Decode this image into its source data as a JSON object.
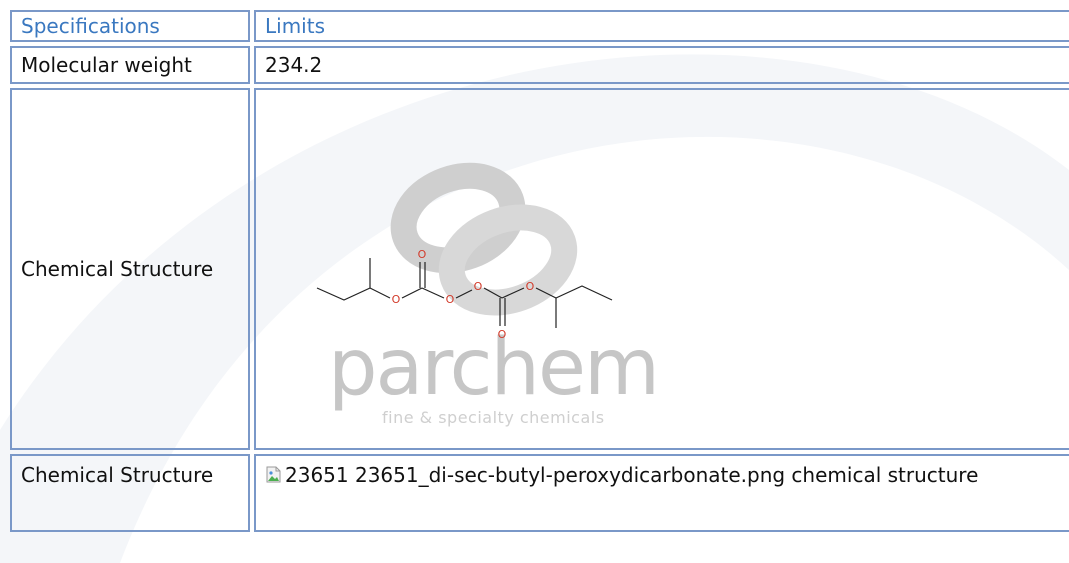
{
  "table": {
    "header": {
      "col1": "Specifications",
      "col2": "Limits"
    },
    "rows": [
      {
        "label": "Molecular weight",
        "value": "234.2"
      },
      {
        "label": "Chemical Structure",
        "value": ""
      },
      {
        "label": "Chemical Structure",
        "value": "23651 23651_di-sec-butyl-peroxydicarbonate.png chemical structure"
      }
    ]
  },
  "watermark": {
    "brand": "parchem",
    "tagline": "fine & specialty chemicals"
  },
  "molecule": {
    "atom_labels": [
      "O",
      "O",
      "O",
      "O",
      "O",
      "O"
    ]
  },
  "colors": {
    "header_text": "#3a78c0",
    "border": "#7a98c8",
    "watermark": "#c6c6c6"
  }
}
